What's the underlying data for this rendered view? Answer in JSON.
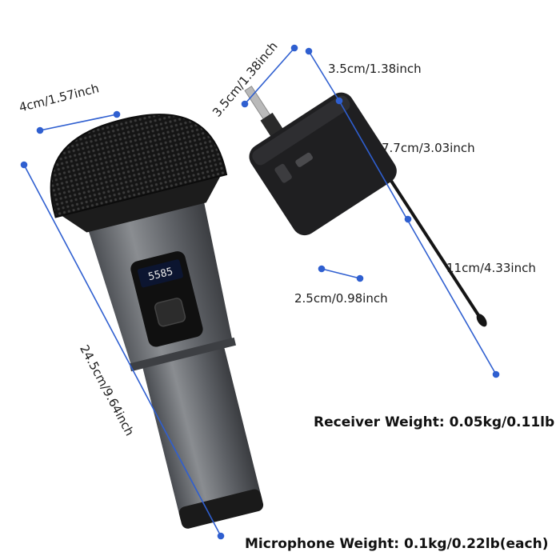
{
  "colors": {
    "dimension_line": "#2f5fd0",
    "mic_body": "#6b6e72",
    "receiver": "#1f1f21"
  },
  "microphone": {
    "head_width": "4cm/1.57inch",
    "length": "24.5cm/9.64inch",
    "display_text": "5585",
    "weight_label": "Microphone Weight: 0.1kg/0.22lb(each)"
  },
  "receiver": {
    "jack_width": "3.5cm/1.38inch",
    "top_width": "3.5cm/1.38inch",
    "height": "7.7cm/3.03inch",
    "depth": "2.5cm/0.98inch",
    "antenna_length": "11cm/4.33inch",
    "weight_label": "Receiver Weight: 0.05kg/0.11lb"
  }
}
